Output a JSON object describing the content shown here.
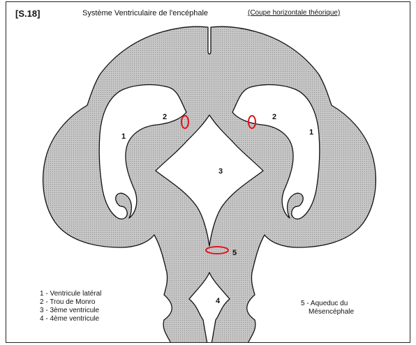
{
  "header": {
    "code": "[S.18]",
    "title": "Système Ventriculaire de l'encéphale",
    "subtitle": "(Coupe horizontale théorique)"
  },
  "labels": {
    "n1_left": "1",
    "n1_right": "1",
    "n2_left": "2",
    "n2_right": "2",
    "n3": "3",
    "n4": "4",
    "n5": "5"
  },
  "legend_left": [
    "1 - Ventricule latéral",
    "2 - Trou de Monro",
    "3 - 3ème ventricule",
    "4 - 4ème ventricule"
  ],
  "legend_right": {
    "line1": "5 - Aqueduc du",
    "line2": "Mésencéphale"
  },
  "colors": {
    "tissue": "#b9b9b9",
    "outline": "#111111",
    "highlight": "#e0141e"
  }
}
